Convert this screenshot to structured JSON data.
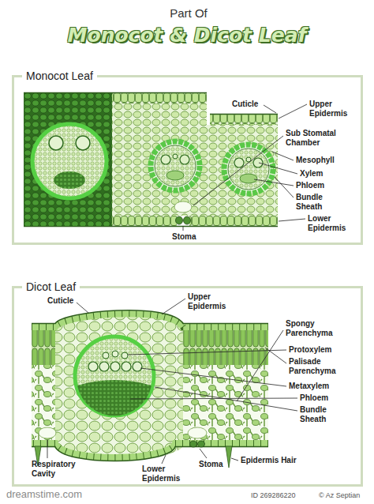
{
  "diagram": {
    "title": "Monocot & Dicot Leaf",
    "nodes": [
      {
        "text": [
          "Monocot Leaf"
        ]
      },
      {
        "text": [
          "Dicot Leaf"
        ]
      }
    ],
    "labels": [
      "Part Of",
      "Cuticle",
      "Upper Epidermis",
      "Sub Stomatal Chamber",
      "Mesophyll",
      "Xylem",
      "Phloem",
      "Bundle Sheath",
      "Lower Epidermis",
      "Stoma",
      "Cuticle",
      "Upper Epidermis",
      "Spongy Parenchyma",
      "Protoxylem",
      "Palisade Parenchyma",
      "Metaxylem",
      "Phloem",
      "Bundle Sheath",
      "Epidermis Hair",
      "Stoma",
      "Respiratory Cavity",
      "Lower Epidermis",
      "dreamstime.com",
      "ID 269286220",
      "© Az Septian"
    ]
  }
}
